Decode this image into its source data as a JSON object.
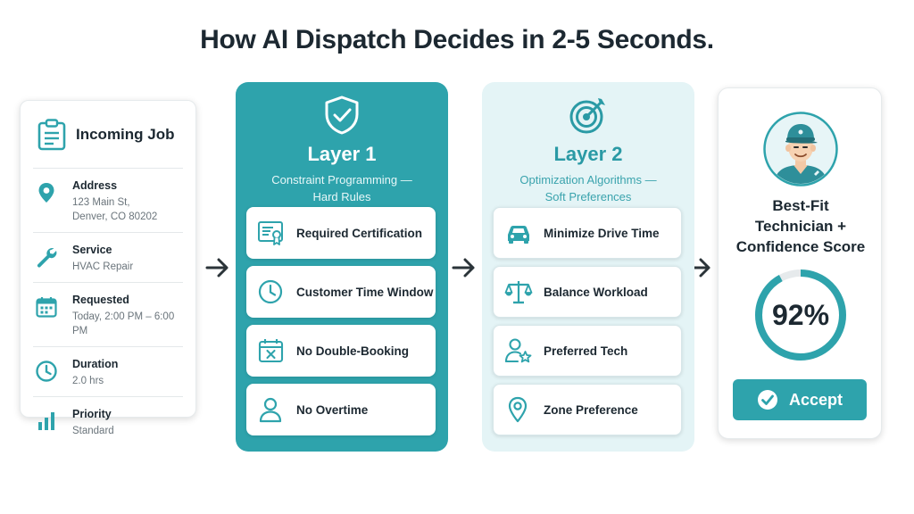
{
  "title": "How AI Dispatch Decides in 2-5 Seconds.",
  "colors": {
    "teal": "#2ea3ac",
    "teal_light": "#e4f4f6",
    "text_dark": "#1c2831",
    "text_muted": "#6a747b"
  },
  "job": {
    "heading": "Incoming Job",
    "heading_icon": "clipboard-icon",
    "fields": [
      {
        "label": "Address",
        "value": "123 Main St,\nDenver, CO 80202",
        "icon": "map-pin-icon"
      },
      {
        "label": "Service",
        "value": "HVAC Repair",
        "icon": "wrench-icon"
      },
      {
        "label": "Requested",
        "value": "Today, 2:00 PM – 6:00 PM",
        "icon": "calendar-icon"
      },
      {
        "label": "Duration",
        "value": "2.0 hrs",
        "icon": "clock-icon"
      },
      {
        "label": "Priority",
        "value": "Standard",
        "icon": "bar-chart-icon"
      }
    ]
  },
  "layer1": {
    "title": "Layer 1",
    "subtitle": "Constraint Programming —\nHard Rules",
    "icon": "shield-check-icon",
    "items": [
      {
        "label": "Required Certification",
        "icon": "certificate-icon"
      },
      {
        "label": "Customer Time Window",
        "icon": "clock-icon"
      },
      {
        "label": "No Double-Booking",
        "icon": "calendar-x-icon"
      },
      {
        "label": "No Overtime",
        "icon": "person-icon"
      }
    ]
  },
  "layer2": {
    "title": "Layer 2",
    "subtitle": "Optimization Algorithms —\nSoft Preferences",
    "icon": "target-icon",
    "items": [
      {
        "label": "Minimize Drive Time",
        "icon": "car-icon"
      },
      {
        "label": "Balance Workload",
        "icon": "scale-icon"
      },
      {
        "label": "Preferred Tech",
        "icon": "person-star-icon"
      },
      {
        "label": "Zone Preference",
        "icon": "map-pin-icon"
      }
    ]
  },
  "result": {
    "title": "Best-Fit\nTechnician +\nConfidence Score",
    "score": 92,
    "score_label": "92%",
    "accept_label": "Accept",
    "avatar_icon": "technician-avatar-icon"
  }
}
